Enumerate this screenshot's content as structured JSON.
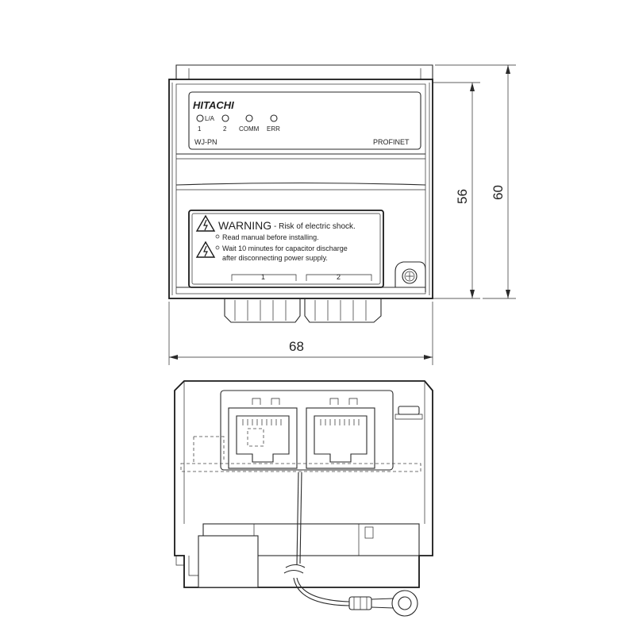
{
  "front_view": {
    "brand": "HITACHI",
    "led_top_labels": [
      "L/A"
    ],
    "led_bottom_labels": [
      "1",
      "2",
      "COMM",
      "ERR"
    ],
    "model": "WJ-PN",
    "protocol": "PROFINET",
    "warning": {
      "title": "WARNING",
      "subtitle": "- Risk of electric shock.",
      "line1": "Read manual before installing.",
      "line2": "Wait 10 minutes for capacitor discharge",
      "line3": "after disconnecting power supply."
    },
    "port_labels": [
      "1",
      "2"
    ]
  },
  "dimensions": {
    "width": "68",
    "height_inner": "56",
    "height_outer": "60"
  }
}
